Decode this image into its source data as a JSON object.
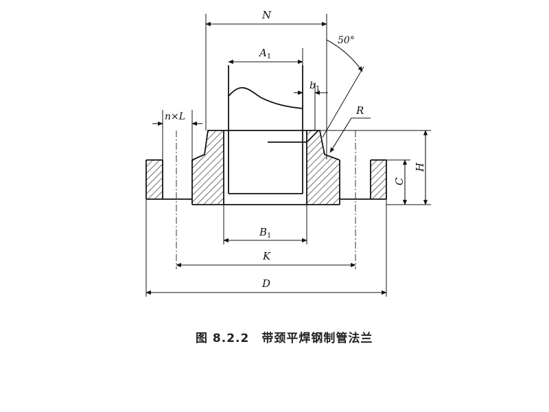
{
  "labels": {
    "N": "N",
    "A1": "A",
    "A1_sub": "1",
    "angle": "50°",
    "b1": "b",
    "b1_sub": "1",
    "R": "R",
    "nxL": "n×L",
    "C": "C",
    "H": "H",
    "B1": "B",
    "B1_sub": "1",
    "K": "K",
    "D": "D"
  },
  "caption": {
    "number": "图 8.2.2",
    "title": "带颈平焊钢制管法兰"
  },
  "colors": {
    "line": "#111111",
    "hatch": "#222222",
    "background": "#ffffff"
  }
}
